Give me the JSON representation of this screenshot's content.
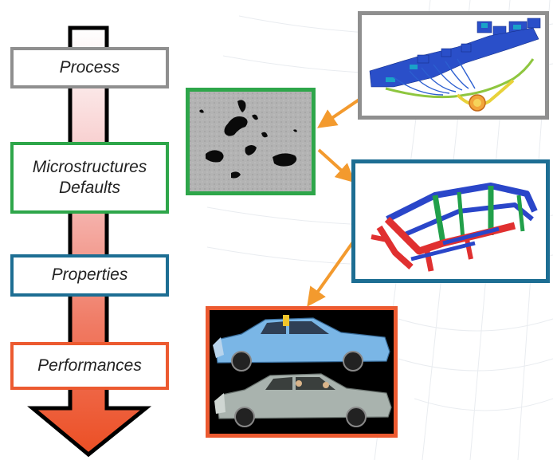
{
  "stages": [
    {
      "id": "process",
      "label": "Process",
      "color": "#8f8f8f"
    },
    {
      "id": "microstructures",
      "label": "Microstructures\nDefaults",
      "color": "#2ea64a"
    },
    {
      "id": "properties",
      "label": "Properties",
      "color": "#1d6e93"
    },
    {
      "id": "performances",
      "label": "Performances",
      "color": "#ec5a30"
    }
  ],
  "main_arrow": {
    "direction": "down",
    "gradient_top": "#ffffff",
    "gradient_bottom": "#ec5a30"
  },
  "connector_color": "#f39a2e",
  "images": {
    "process": {
      "icon": "casting-simulation-image",
      "border_color": "#8f8f8f"
    },
    "microstructures": {
      "icon": "porosity-micrograph-image",
      "border_color": "#2ea64a"
    },
    "properties": {
      "icon": "car-body-frame-image",
      "border_color": "#1d6e93"
    },
    "performances": {
      "icon": "crash-test-image",
      "border_color": "#ec5a30"
    }
  }
}
